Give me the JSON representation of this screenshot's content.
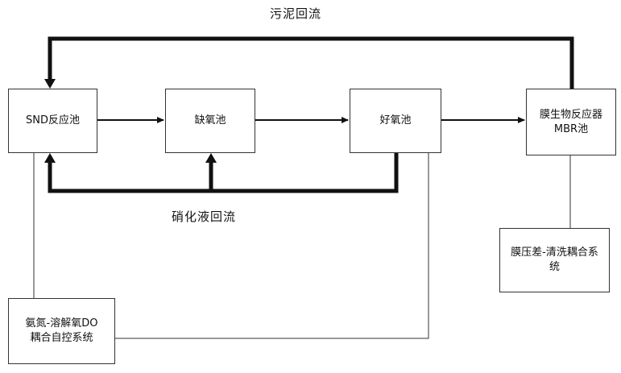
{
  "nodes": {
    "snd": "SND反应池",
    "anoxic": "缺氧池",
    "aerobic": "好氧池",
    "mbr": "膜生物反应器\nMBR池",
    "membrane_ctrl": "膜压差-清洗耦合系\n统",
    "auto_ctrl": "氨氮-溶解氧DO\n耦合自控系统"
  },
  "labels": {
    "sludge_return": "污泥回流",
    "nitrification_return": "硝化液回流"
  },
  "colors": {
    "line": "#111111",
    "border": "#333333"
  }
}
